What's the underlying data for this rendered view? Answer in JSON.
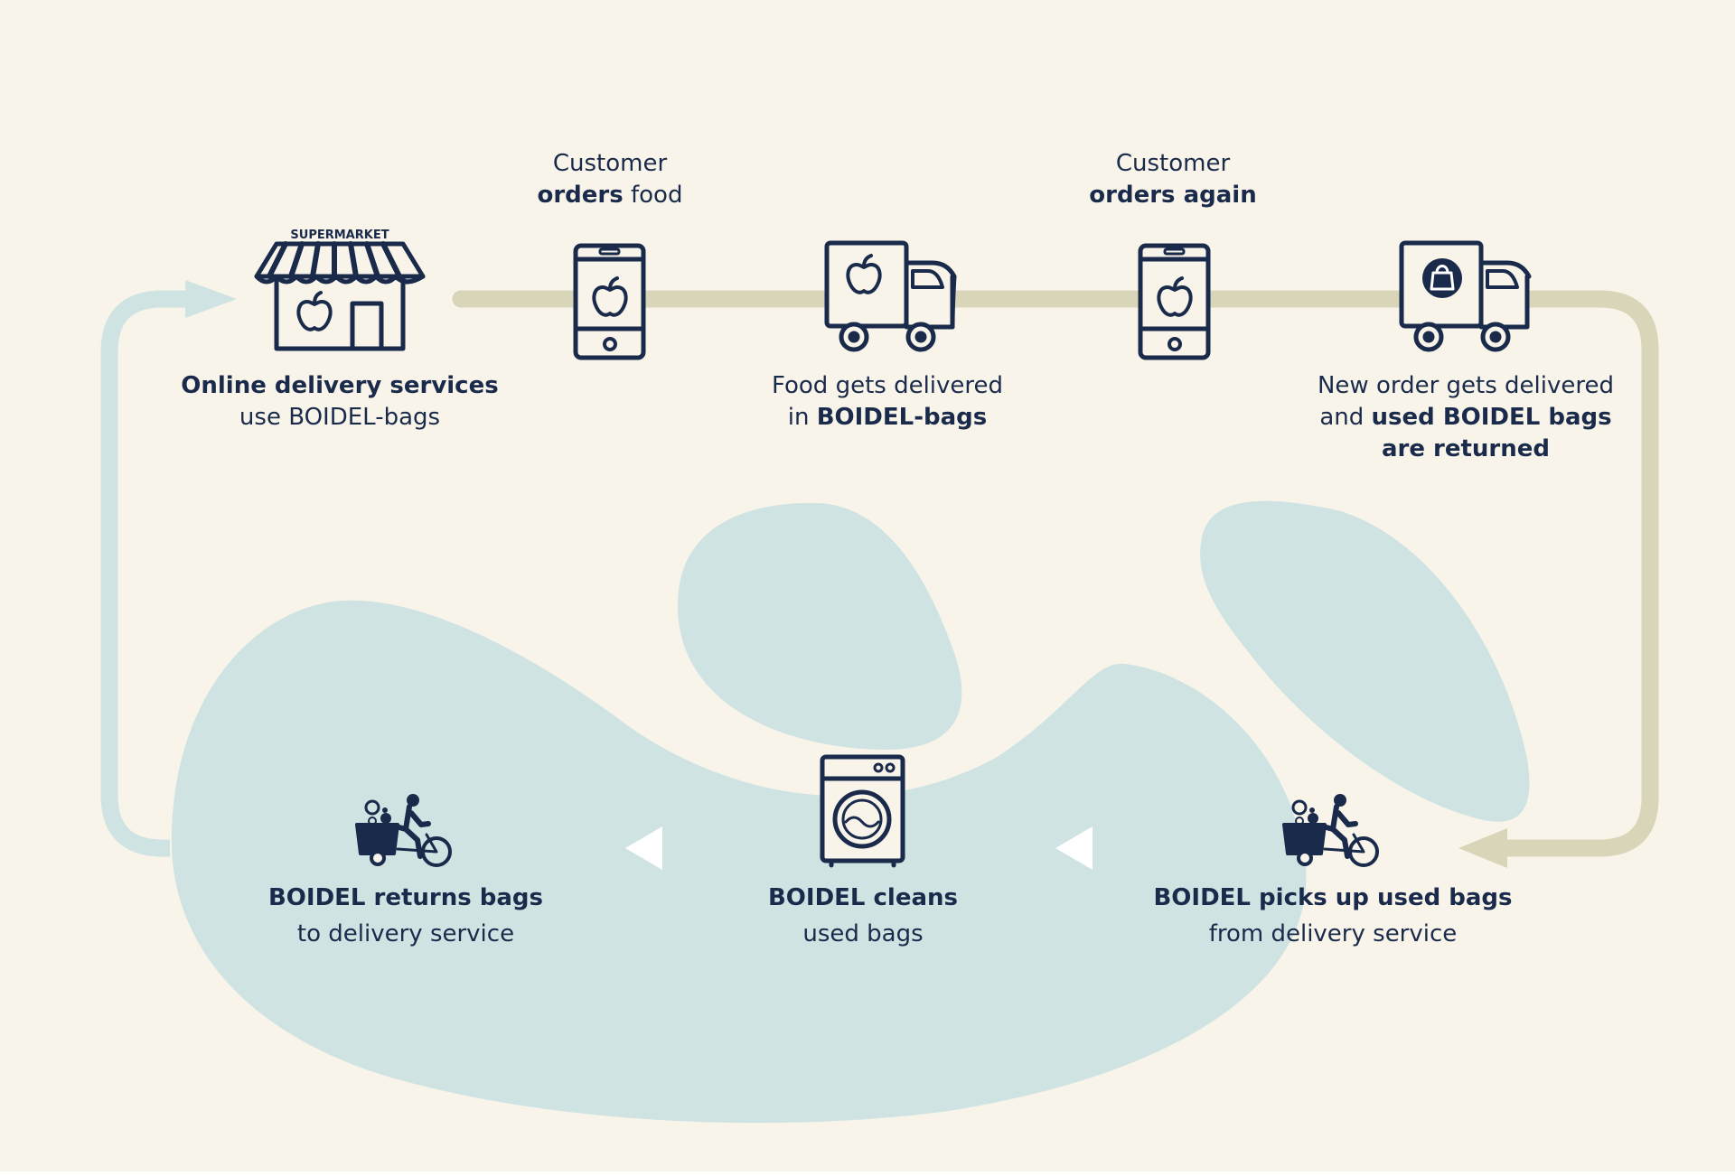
{
  "colors": {
    "background": "#f8f4ea",
    "blob": "#cfe3e3",
    "forward_path": "#d9d5b9",
    "return_path": "#cfe3e3",
    "ink": "#1a2a4a",
    "arrow_white": "#ffffff"
  },
  "icons": {
    "store": "supermarket-icon",
    "phone_1": "smartphone-apple-icon",
    "truck_1": "delivery-truck-apple-icon",
    "phone_2": "smartphone-apple-icon",
    "truck_2": "delivery-truck-bag-icon",
    "bike_pickup": "cargo-bike-icon",
    "washer": "washing-machine-icon",
    "bike_return": "cargo-bike-icon"
  },
  "store_sign": "SUPERMARKET",
  "steps": {
    "step1": {
      "bold": "Online delivery services",
      "normal": "use BOIDEL-bags"
    },
    "order1": {
      "line1": "Customer",
      "bold": "orders",
      "normal": " food"
    },
    "step2": {
      "line1": "Food gets delivered",
      "pre": "in ",
      "bold": "BOIDEL-bags"
    },
    "order2": {
      "line1": "Customer",
      "bold": "orders again"
    },
    "step3": {
      "line1": "New order gets delivered",
      "pre": "and ",
      "bold": "used BOIDEL bags",
      "line3": "are returned"
    },
    "step4": {
      "bold": "BOIDEL picks up used bags",
      "normal": "from delivery service"
    },
    "step5": {
      "bold": "BOIDEL cleans",
      "normal": "used bags"
    },
    "step6": {
      "bold": "BOIDEL returns bags",
      "normal": "to delivery service"
    }
  }
}
